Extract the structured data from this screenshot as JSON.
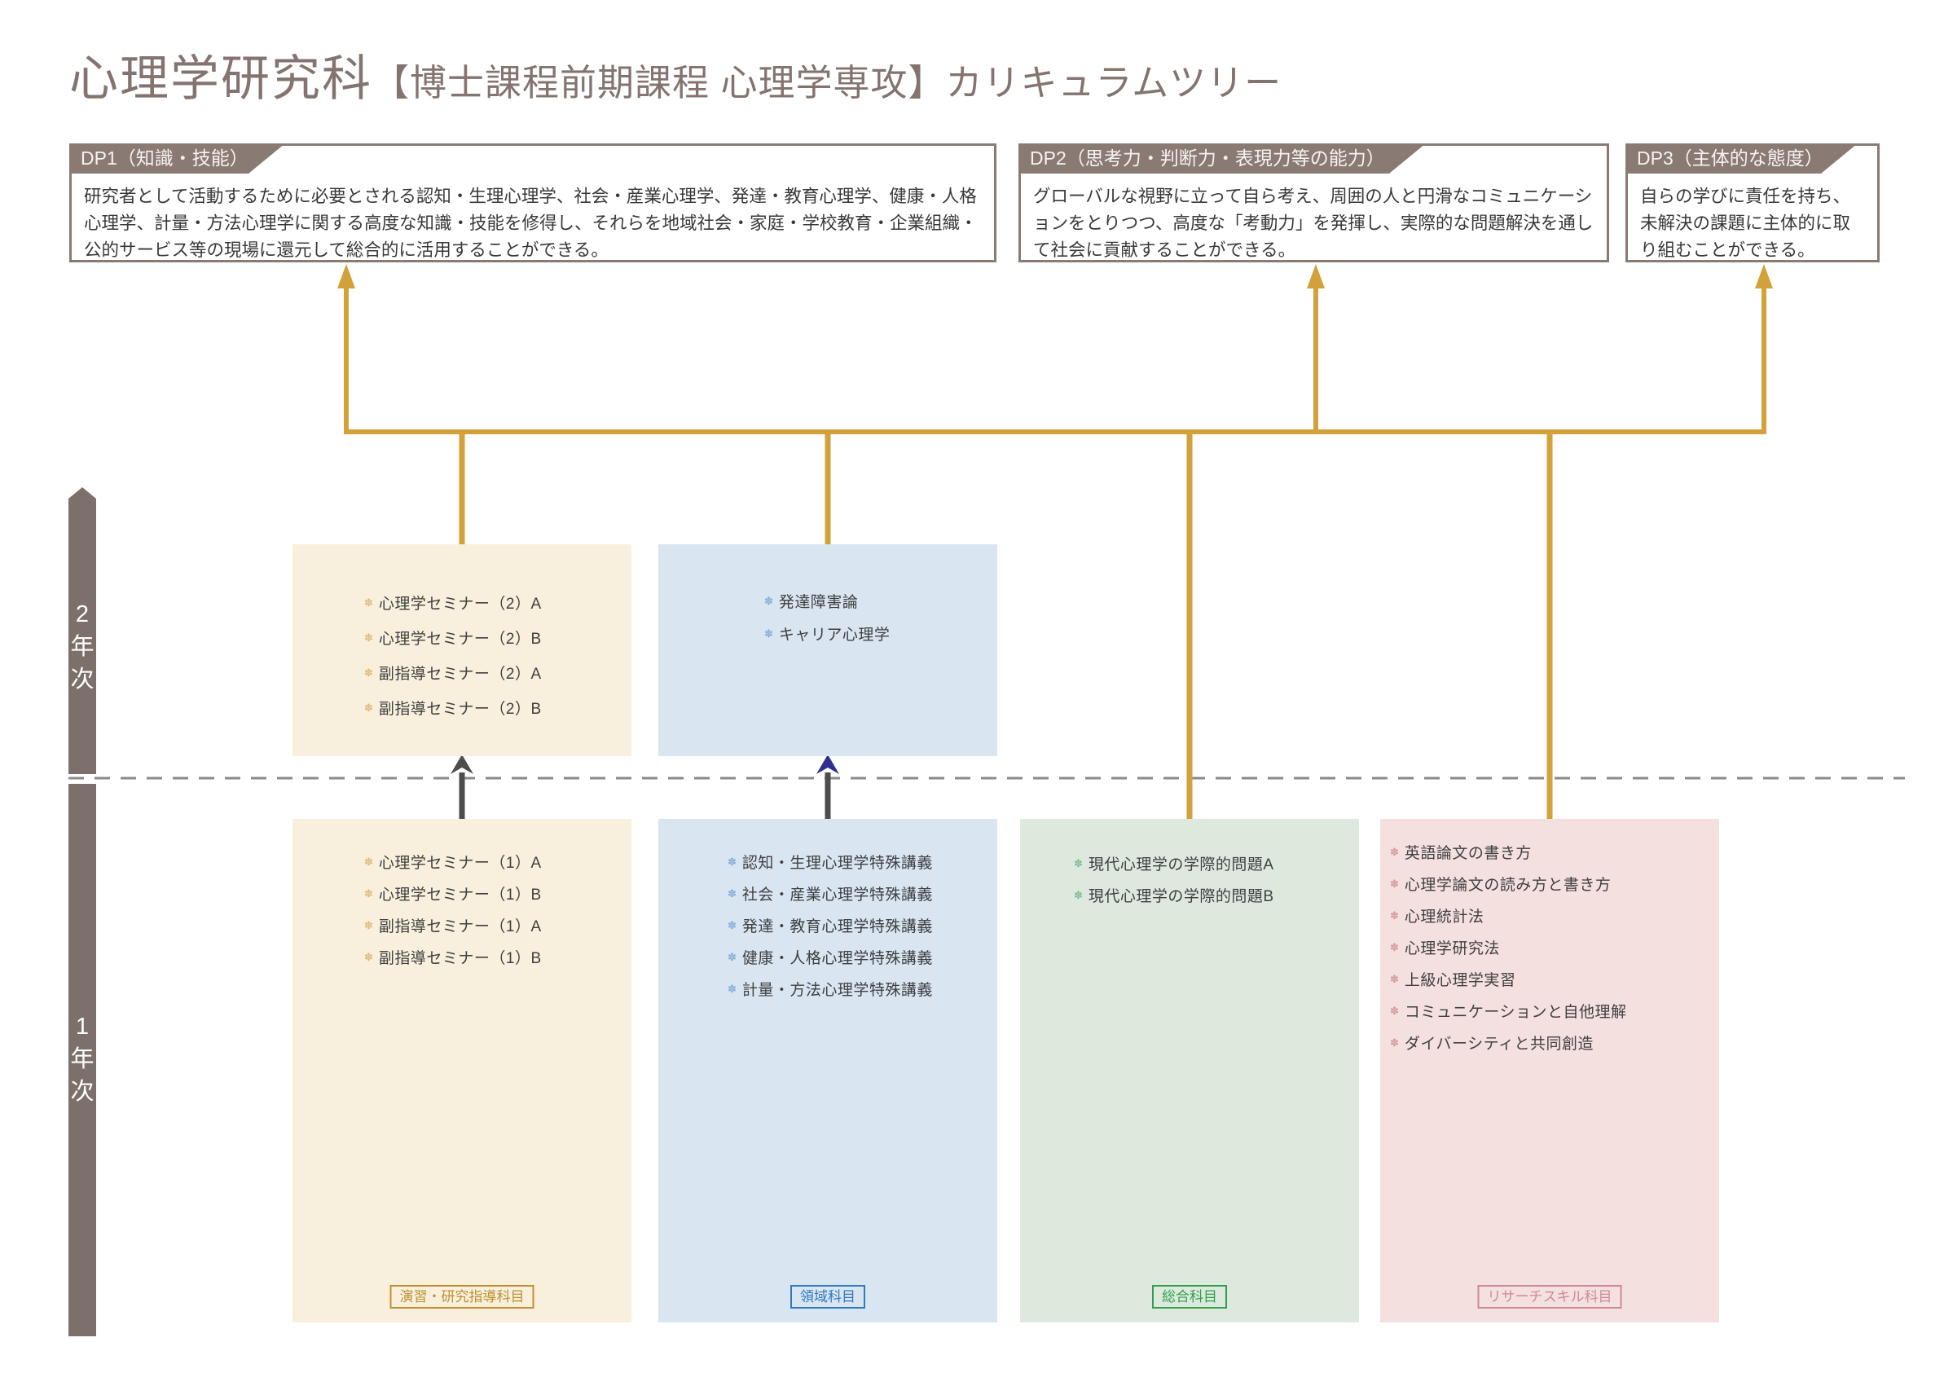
{
  "page_title": {
    "main": "心理学研究科",
    "sub": "【博士課程前期課程 心理学専攻】",
    "suffix": "カリキュラムツリー"
  },
  "dp_boxes": [
    {
      "tag": "DP1（知識・技能）",
      "body": "研究者として活動するために必要とされる認知・生理心理学、社会・産業心理学、発達・教育心理学、健康・人格心理学、計量・方法心理学に関する高度な知識・技能を修得し、それらを地域社会・家庭・学校教育・企業組織・公的サービス等の現場に還元して総合的に活用することができる。"
    },
    {
      "tag": "DP2（思考力・判断力・表現力等の能力）",
      "body": "グローバルな視野に立って自ら考え、周囲の人と円滑なコミュニケーションをとりつつ、高度な「考動力」を発揮し、実際的な問題解決を通して社会に貢献することができる。"
    },
    {
      "tag": "DP3（主体的な態度）",
      "body": "自らの学びに責任を持ち、未解決の課題に主体的に取り組むことができる。"
    }
  ],
  "year_axis": {
    "year2_label": "2年次",
    "year1_label": "1年次"
  },
  "bullet_glyph": "✽",
  "columns": [
    {
      "category_label": "演習・研究指導科目",
      "year2_courses": [
        "心理学セミナー（2）A",
        "心理学セミナー（2）B",
        "副指導セミナー（2）A",
        "副指導セミナー（2）B"
      ],
      "year1_courses": [
        "心理学セミナー（1）A",
        "心理学セミナー（1）B",
        "副指導セミナー（1）A",
        "副指導セミナー（1）B"
      ]
    },
    {
      "category_label": "領域科目",
      "year2_courses": [
        "発達障害論",
        "キャリア心理学"
      ],
      "year1_courses": [
        "認知・生理心理学特殊講義",
        "社会・産業心理学特殊講義",
        "発達・教育心理学特殊講義",
        "健康・人格心理学特殊講義",
        "計量・方法心理学特殊講義"
      ]
    },
    {
      "category_label": "総合科目",
      "year2_courses": [],
      "year1_courses": [
        "現代心理学の学際的問題A",
        "現代心理学の学際的問題B"
      ]
    },
    {
      "category_label": "リサーチスキル科目",
      "year2_courses": [],
      "year1_courses": [
        "英語論文の書き方",
        "心理学論文の読み方と書き方",
        "心理統計法",
        "心理学研究法",
        "上級心理学実習",
        "コミュニケーションと自他理解",
        "ダイバーシティと共同創造"
      ]
    }
  ],
  "colors": {
    "brand_brown_gray": "#8A7A74",
    "year_bar": "#7D706A",
    "gold_connector": "#D2A139",
    "beige_box": "#F8F0DD",
    "blue_box": "#D9E5F1",
    "green_box": "#DEE9DE",
    "pink_box": "#F5E0E0",
    "seminar_accent": "#BE9030",
    "domain_accent": "#2E7BC0",
    "integrated_accent": "#2FA04F",
    "research_skill_accent": "#CE8A94",
    "arrow_gray": "#4D4D4D",
    "arrow_navy": "#2C318F",
    "dash_line": "#8A8A8A"
  }
}
